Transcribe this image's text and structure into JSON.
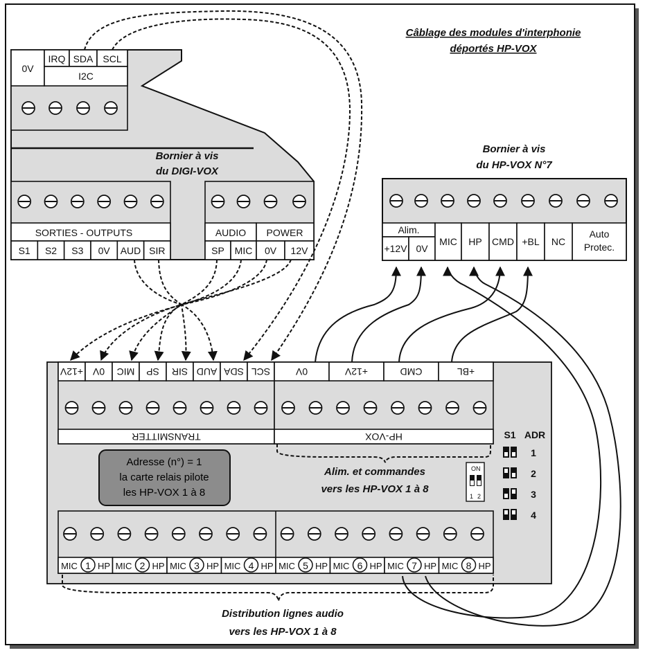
{
  "title": {
    "line1": "Câblage des modules d'interphonie",
    "line2": "déportés HP-VOX"
  },
  "digivox": {
    "i2c_labels": {
      "zero_v": "0V",
      "irq": "IRQ",
      "sda": "SDA",
      "scl": "SCL",
      "i2c": "I2C"
    },
    "header_line1": "Bornier à vis",
    "header_line2": "du DIGI-VOX",
    "outputs_group": "SORTIES  -  OUTPUTS",
    "outputs": [
      "S1",
      "S2",
      "S3",
      "0V",
      "AUD",
      "SIR"
    ],
    "audio_group": "AUDIO",
    "audio": [
      "SP",
      "MIC"
    ],
    "power_group": "POWER",
    "power": [
      "0V",
      "12V"
    ]
  },
  "hpvox": {
    "header_line1": "Bornier à vis",
    "header_line2": "du HP-VOX N°7",
    "alim_group": "Alim.",
    "alim": [
      "+12V",
      "0V"
    ],
    "terminals": [
      "MIC",
      "HP",
      "CMD",
      "+BL",
      "NC"
    ],
    "auto_line1": "Auto",
    "auto_line2": "Protec."
  },
  "relay": {
    "transmitter_pins": [
      "+12V",
      "0V",
      "MIC",
      "SP",
      "SIR",
      "AUD",
      "SDA",
      "SCL"
    ],
    "transmitter_label": "TRANSMITTER",
    "hpvox_pins": [
      "0V",
      "+12V",
      "CMD",
      "+BL"
    ],
    "hpvox_label": "HP-VOX",
    "address_note": [
      "Adresse (n°) = 1",
      "la carte relais pilote",
      "les HP-VOX 1 à 8"
    ],
    "alim_caption": [
      "Alim. et commandes",
      "vers les HP-VOX 1 à 8"
    ],
    "dip_on": "ON",
    "dip_nums": [
      "1",
      "2"
    ],
    "s1_label": "S1",
    "adr_label": "ADR",
    "adr_values": [
      "1",
      "2",
      "3",
      "4"
    ],
    "audio_lines": [
      {
        "mic": "MIC",
        "num": "1",
        "hp": "HP"
      },
      {
        "mic": "MIC",
        "num": "2",
        "hp": "HP"
      },
      {
        "mic": "MIC",
        "num": "3",
        "hp": "HP"
      },
      {
        "mic": "MIC",
        "num": "4",
        "hp": "HP"
      },
      {
        "mic": "MIC",
        "num": "5",
        "hp": "HP"
      },
      {
        "mic": "MIC",
        "num": "6",
        "hp": "HP"
      },
      {
        "mic": "MIC",
        "num": "7",
        "hp": "HP"
      },
      {
        "mic": "MIC",
        "num": "8",
        "hp": "HP"
      }
    ]
  },
  "bottom_caption": [
    "Distribution lignes audio",
    "vers les HP-VOX 1 à 8"
  ]
}
